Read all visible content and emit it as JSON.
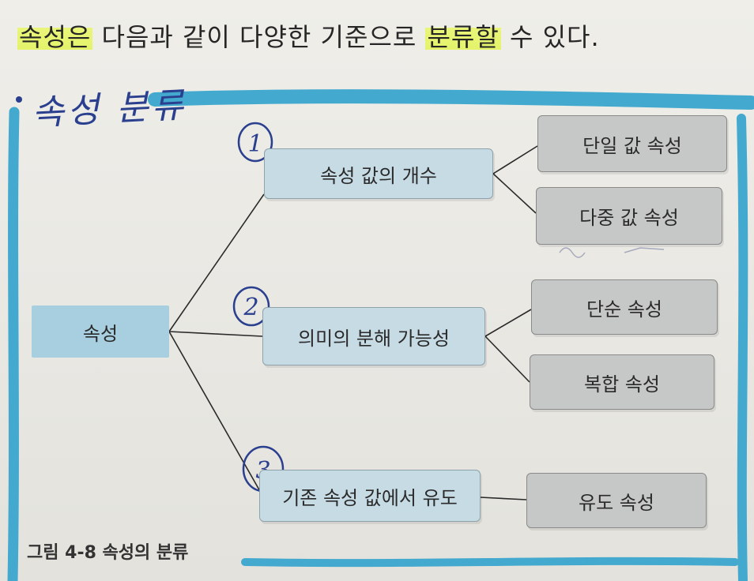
{
  "intro": {
    "hl1": "속성은",
    "mid": " 다음과 같이 다양한 기준으로 ",
    "hl2": "분류할",
    "tail": " 수 있다."
  },
  "handwritten_title": "속성 분류",
  "handwritten_numbers": [
    "1",
    "2",
    "3"
  ],
  "diagram": {
    "root": "속성",
    "branches": [
      {
        "label": "속성 값의 개수",
        "leaves": [
          "단일 값 속성",
          "다중 값 속성"
        ]
      },
      {
        "label": "의미의 분해 가능성",
        "leaves": [
          "단순 속성",
          "복합 속성"
        ]
      },
      {
        "label": "기존 속성 값에서 유도",
        "leaves": [
          "유도 속성"
        ]
      }
    ]
  },
  "caption": "그림 4-8  속성의 분류",
  "colors": {
    "highlight": "#e4f36a",
    "marker_blue": "#44a9cf",
    "pen_ink": "#2b3f8f",
    "primary_box": "#c7dbe5",
    "leaf_box": "#c6c7c7",
    "root_box": "#a7cfe0"
  }
}
